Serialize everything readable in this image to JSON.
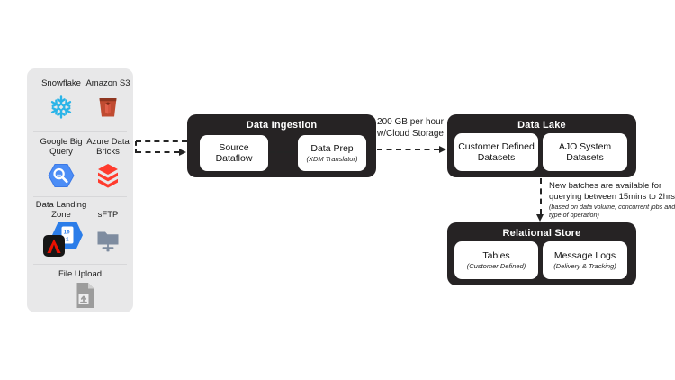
{
  "diagram": {
    "sources_panel": {
      "items": [
        {
          "label": "Snowflake",
          "icon": "snowflake-icon"
        },
        {
          "label": "Amazon S3",
          "icon": "amazon-s3-icon"
        },
        {
          "label": "Google Big Query",
          "icon": "google-bigquery-icon"
        },
        {
          "label": "Azure Data Bricks",
          "icon": "azure-databricks-icon"
        },
        {
          "label": "Data Landing Zone",
          "icon": "data-landing-zone-icon"
        },
        {
          "label": "sFTP",
          "icon": "sftp-folder-icon"
        },
        {
          "label": "File Upload",
          "icon": "file-upload-icon"
        }
      ]
    },
    "data_ingestion": {
      "title": "Data Ingestion",
      "nodes": [
        {
          "label": "Source Dataflow",
          "sublabel": ""
        },
        {
          "label": "Data Prep",
          "sublabel": "(XDM Translator)"
        }
      ]
    },
    "data_lake": {
      "title": "Data Lake",
      "nodes": [
        {
          "label": "Customer Defined Datasets"
        },
        {
          "label": "AJO System Datasets"
        }
      ]
    },
    "relational_store": {
      "title": "Relational Store",
      "nodes": [
        {
          "label": "Tables",
          "sublabel": "(Customer Defined)"
        },
        {
          "label": "Message Logs",
          "sublabel": "(Delivery & Tracking)"
        }
      ]
    },
    "annotations": {
      "throughput_line1": "200 GB per hour",
      "throughput_line2": "w/Cloud Storage",
      "latency_line1": "New batches are available for",
      "latency_line2": "querying between 15mins to 2hrs",
      "latency_detail": "(based on data volume, concurrent jobs and type of operation)"
    },
    "colors": {
      "panel_bg": "#e8e8e9",
      "group_box_bg": "#262324",
      "node_bg": "#ffffff",
      "arrow": "#242424",
      "snowflake_blue": "#2AB4E8",
      "s3_red": "#C04B31",
      "bigquery_blue": "#4C8DF6",
      "databricks_red": "#FF3B2D",
      "landing_zone_blue": "#2B7DE9",
      "adobe_red": "#EB1000",
      "sftp_gray": "#7E8CA0",
      "upload_gray": "#9C9C9C"
    }
  }
}
